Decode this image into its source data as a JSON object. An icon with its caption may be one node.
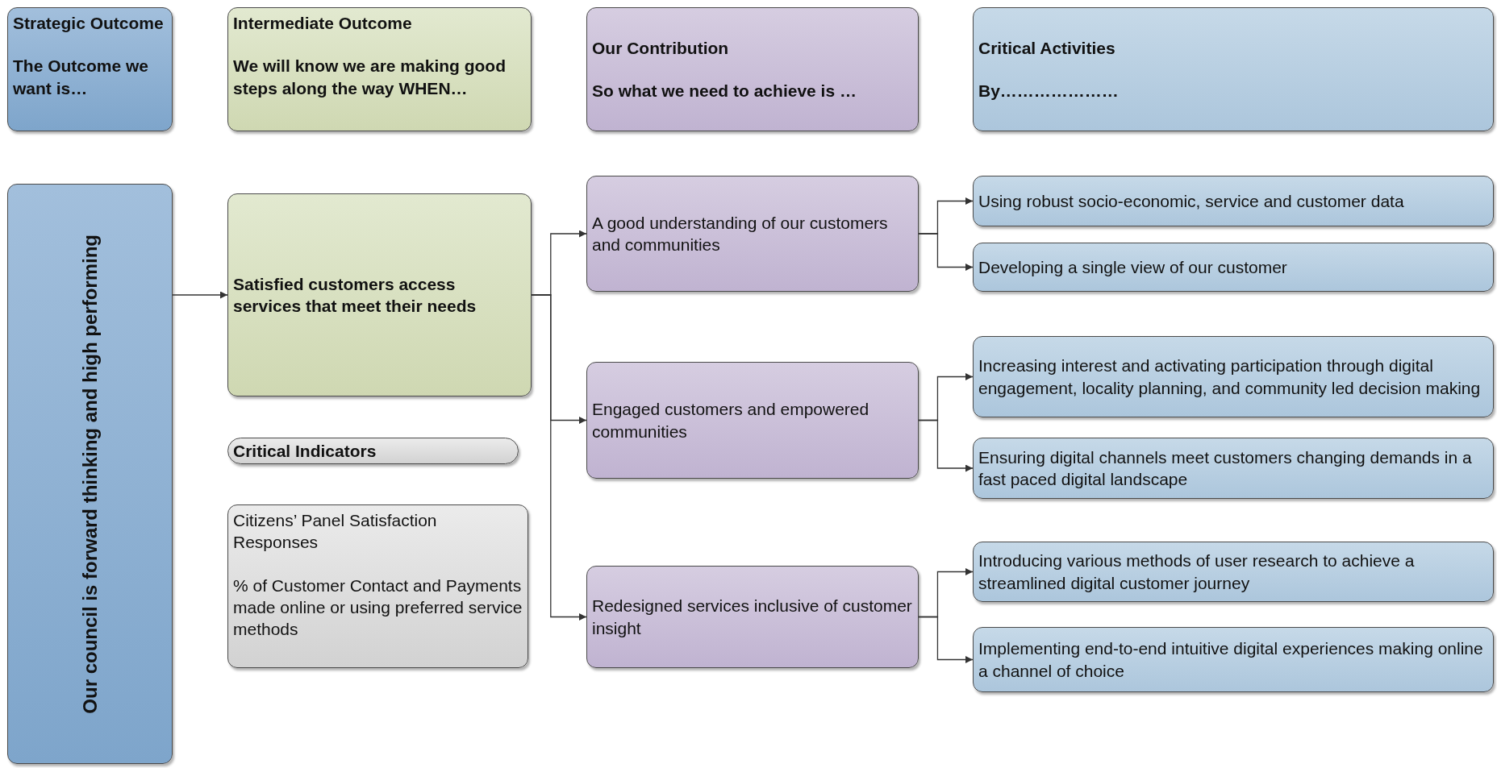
{
  "diagram": {
    "nodes": [
      {
        "text": [
          "Strategic Outcome",
          "The Outcome we want is…"
        ]
      },
      {
        "text": [
          "Intermediate Outcome",
          "We will know we are making good steps along the way WHEN…"
        ]
      },
      {
        "text": [
          "Our Contribution",
          "So what we need to achieve is …"
        ]
      },
      {
        "text": [
          "Critical Activities",
          "By…………………"
        ]
      },
      {
        "text": [
          "Our council is forward thinking and high performing"
        ]
      },
      {
        "text": [
          "Satisfied customers access services that meet their needs"
        ]
      },
      {
        "text": [
          "Critical Indicators"
        ]
      },
      {
        "text": [
          "Citizens’ Panel Satisfaction Responses",
          "% of Customer Contact and Payments made online or using preferred service methods"
        ]
      },
      {
        "text": [
          "A good understanding of our customers and communities"
        ]
      },
      {
        "text": [
          "Engaged customers and empowered communities"
        ]
      },
      {
        "text": [
          "Redesigned services inclusive of customer insight"
        ]
      },
      {
        "text": [
          "Using robust socio-economic, service and customer data"
        ]
      },
      {
        "text": [
          "Developing a single view of our customer"
        ]
      },
      {
        "text": [
          "Increasing interest and activating participation through digital engagement, locality planning, and community led decision making"
        ]
      },
      {
        "text": [
          "Ensuring digital channels meet customers changing demands in a fast paced digital landscape"
        ]
      },
      {
        "text": [
          "Introducing various methods of user research to achieve a streamlined digital customer journey"
        ]
      },
      {
        "text": [
          "Implementing end-to-end intuitive digital experiences making online a channel of choice"
        ]
      }
    ],
    "edges": [
      {
        "from": 4,
        "to": 5,
        "arrow": "to"
      },
      {
        "from": 5,
        "to": 8,
        "arrow": "to"
      },
      {
        "from": 5,
        "to": 9,
        "arrow": "to"
      },
      {
        "from": 5,
        "to": 10,
        "arrow": "to"
      },
      {
        "from": 8,
        "to": 11,
        "arrow": "to"
      },
      {
        "from": 8,
        "to": 12,
        "arrow": "to"
      },
      {
        "from": 9,
        "to": 13,
        "arrow": "to"
      },
      {
        "from": 9,
        "to": 14,
        "arrow": "to"
      },
      {
        "from": 10,
        "to": 15,
        "arrow": "to"
      },
      {
        "from": 10,
        "to": 16,
        "arrow": "to"
      }
    ]
  }
}
